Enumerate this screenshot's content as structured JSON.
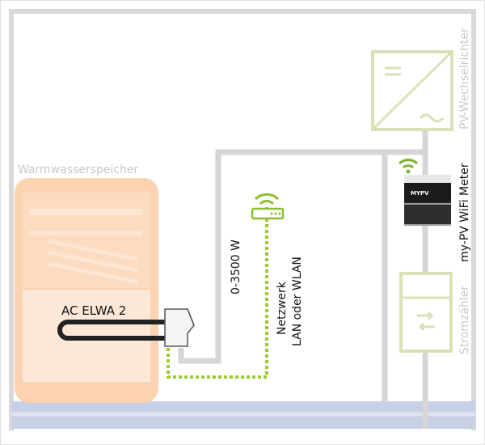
{
  "labels": {
    "tank": "Warmwasserspeicher",
    "heater": "AC ELWA 2",
    "power": "0-3500 W",
    "network_line1": "Netzwerk",
    "network_line2": "LAN oder WLAN",
    "inverter": "PV-Wechselrichter",
    "meter_device": "my-PV WiFi Meter",
    "meter_logo": "MYPV",
    "grid_meter": "Stromzähler"
  },
  "colors": {
    "frame": "#d9d9d9",
    "wire": "#d6d6d6",
    "tank_fill": "#fbd3b0",
    "tank_light": "#fde6d3",
    "pv_green": "#d7e3b6",
    "network_green": "#9ccb2e",
    "wifi_green": "#7fb22e",
    "grid_band": "#c8d0e8",
    "text_grey": "#c8c8c8",
    "text_dark": "#111111"
  },
  "icons": {
    "router": "router-icon",
    "wifi": "wifi-icon",
    "inverter": "inverter-icon",
    "meter": "meter-icon",
    "heater": "heating-rod-icon"
  }
}
